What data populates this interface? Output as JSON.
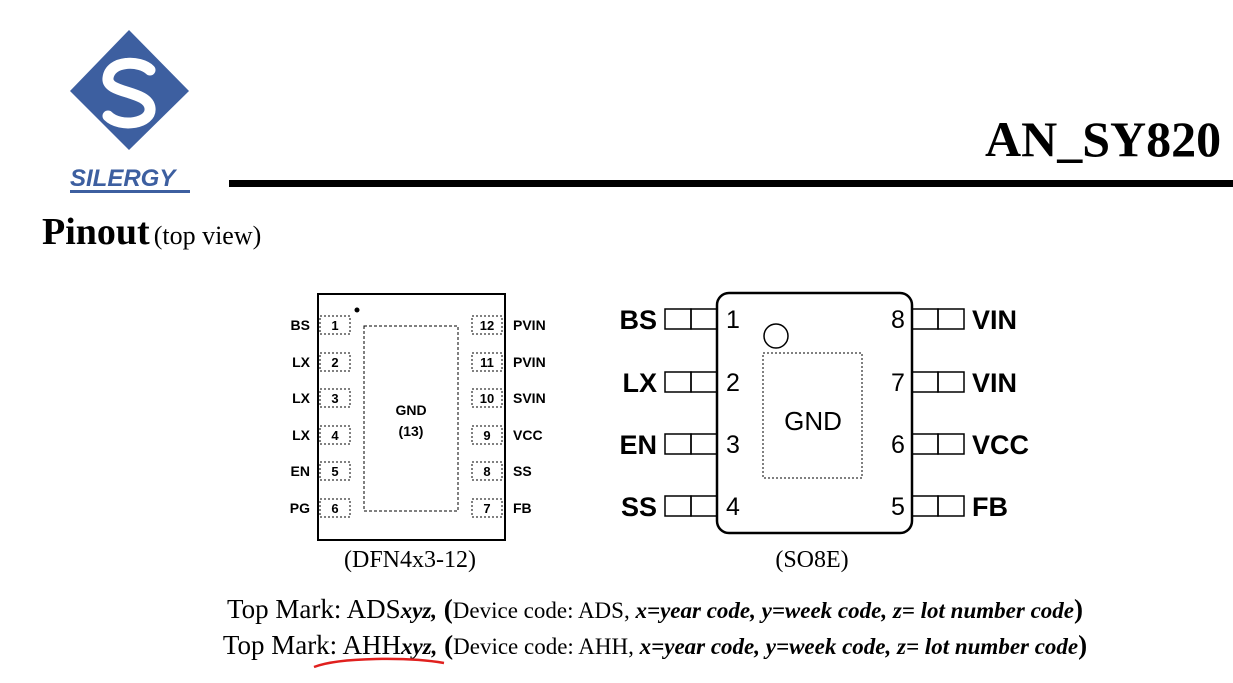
{
  "header": {
    "logo_text": "SILERGY",
    "logo_colors": {
      "primary": "#3D5FA0"
    },
    "doc_title": "AN_SY820"
  },
  "section": {
    "title": "Pinout",
    "subtitle": "(top view)"
  },
  "dfn": {
    "caption": "(DFN4x3-12)",
    "left_pins": [
      {
        "num": "1",
        "name": "BS"
      },
      {
        "num": "2",
        "name": "LX"
      },
      {
        "num": "3",
        "name": "LX"
      },
      {
        "num": "4",
        "name": "LX"
      },
      {
        "num": "5",
        "name": "EN"
      },
      {
        "num": "6",
        "name": "PG"
      }
    ],
    "right_pins": [
      {
        "num": "12",
        "name": "PVIN"
      },
      {
        "num": "11",
        "name": "PVIN"
      },
      {
        "num": "10",
        "name": "SVIN"
      },
      {
        "num": "9",
        "name": "VCC"
      },
      {
        "num": "8",
        "name": "SS"
      },
      {
        "num": "7",
        "name": "FB"
      }
    ],
    "pad_label": "GND",
    "pad_num": "(13)"
  },
  "so8": {
    "caption": "(SO8E)",
    "left_pins": [
      {
        "num": "1",
        "name": "BS"
      },
      {
        "num": "2",
        "name": "LX"
      },
      {
        "num": "3",
        "name": "EN"
      },
      {
        "num": "4",
        "name": "SS"
      }
    ],
    "right_pins": [
      {
        "num": "8",
        "name": "VIN"
      },
      {
        "num": "7",
        "name": "VIN"
      },
      {
        "num": "6",
        "name": "VCC"
      },
      {
        "num": "5",
        "name": "FB"
      }
    ],
    "pad_label": "GND"
  },
  "top_marks": [
    {
      "prefix": "Top Mark: ",
      "code": "ADS",
      "suffix": "xyz,",
      "paren_open": " (",
      "device": "Device code: ADS, ",
      "desc": "x=year code, y=week code, z= lot number code",
      "paren_close": ")"
    },
    {
      "prefix": "Top Mark: ",
      "code": "AHH",
      "suffix": "xyz,",
      "paren_open": " (",
      "device": "Device code: AHH, ",
      "desc": "x=year code, y=week code, z= lot number code",
      "paren_close": ")"
    }
  ],
  "annotation_color": "#E0201E"
}
